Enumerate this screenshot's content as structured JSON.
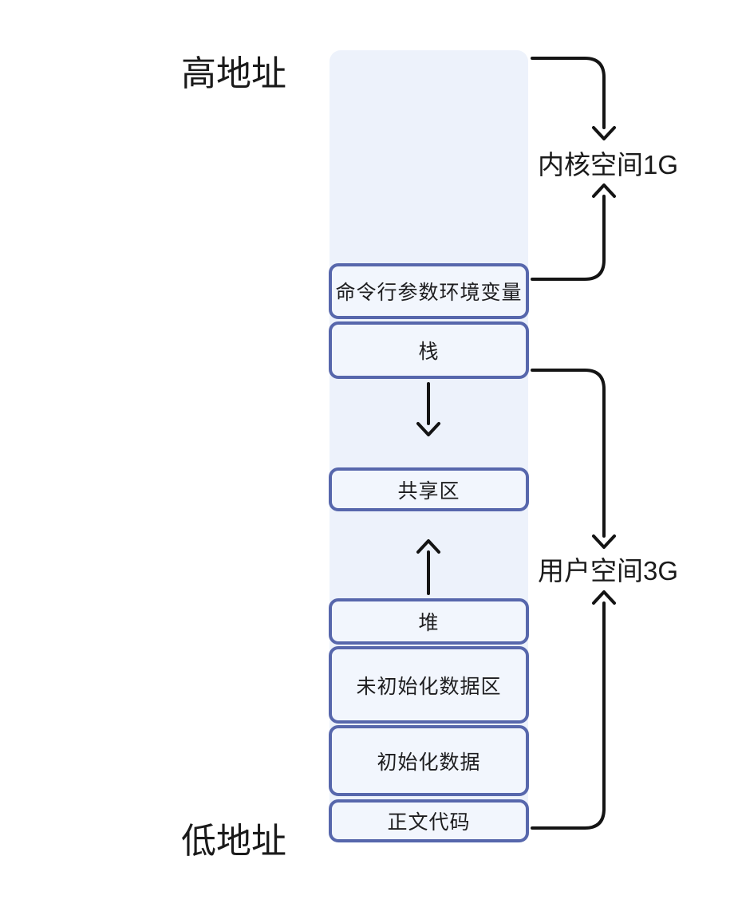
{
  "diagram": {
    "address_labels": {
      "high": "高地址",
      "low": "低地址"
    },
    "segments": [
      {
        "id": "cmdline-env",
        "label": "命令行参数环境变量"
      },
      {
        "id": "stack",
        "label": "栈"
      },
      {
        "id": "shared",
        "label": "共享区"
      },
      {
        "id": "heap",
        "label": "堆"
      },
      {
        "id": "uninitialized-data",
        "label": "未初始化数据区"
      },
      {
        "id": "initialized-data",
        "label": "初始化数据"
      },
      {
        "id": "text-code",
        "label": "正文代码"
      }
    ],
    "annotations": {
      "kernel_space": "内核空间1G",
      "user_space": "用户空间3G"
    },
    "arrows": [
      {
        "name": "stack-growth-arrow",
        "direction": "down"
      },
      {
        "name": "heap-growth-arrow",
        "direction": "up"
      },
      {
        "name": "kernel-space-bracket",
        "direction": "arrows point inward to kernel label"
      },
      {
        "name": "user-space-bracket",
        "direction": "arrows point inward to user label"
      }
    ],
    "colors": {
      "segment_border": "#5767ac",
      "segment_fill": "#f2f6fd",
      "column_fill": "#edf2fb",
      "arrow": "#141414",
      "text": "#1d1d1f",
      "background": "#ffffff"
    }
  }
}
